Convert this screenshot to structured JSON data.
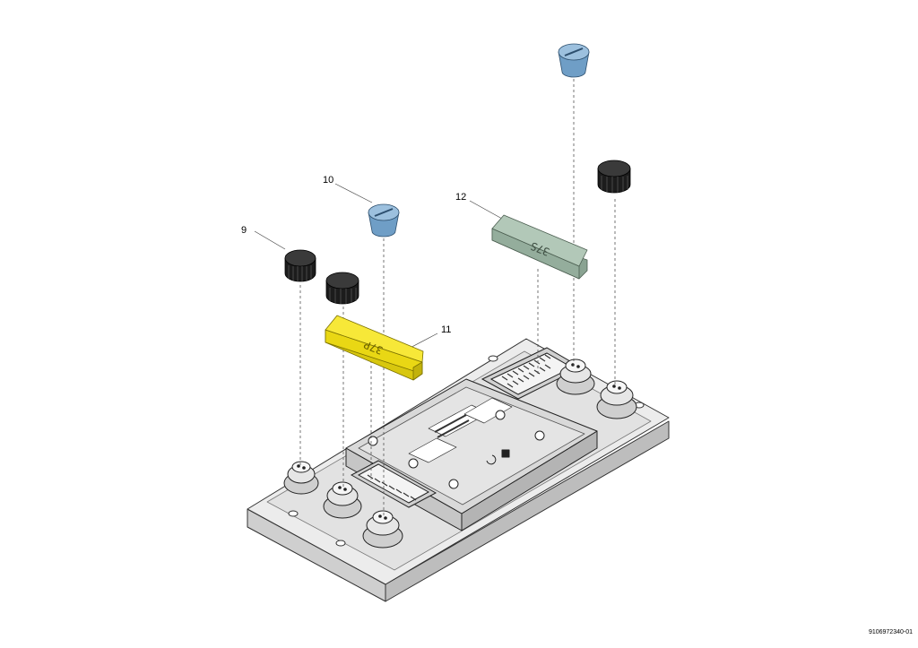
{
  "callouts": {
    "c9": "9",
    "c10": "10",
    "c11": "11",
    "c12": "12"
  },
  "plugs": {
    "p37": "37P",
    "p37s": "37S"
  },
  "document_number": "9106972340-01",
  "colors": {
    "black_cap": "#1c1c1c",
    "blue_cap": "#6f9ec6",
    "yellow_plug": "#f3e21a",
    "green_plug": "#9db4a2",
    "housing": "#e7e7e7",
    "cover": "#d6d6d6"
  },
  "icons": [
    "black-screw-cap-icon",
    "blue-screw-cap-icon",
    "yellow-plug-icon",
    "green-plug-icon",
    "m12-connector-icon",
    "sub-d-connector-icon"
  ]
}
